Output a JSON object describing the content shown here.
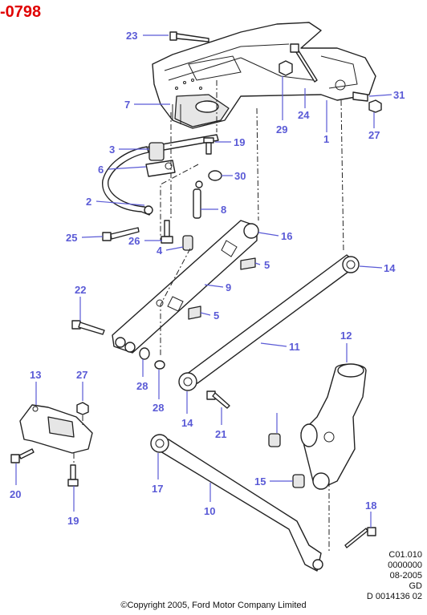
{
  "header": {
    "doc_code": "-0798"
  },
  "callouts": [
    "23",
    "24",
    "29",
    "31",
    "27",
    "1",
    "7",
    "3",
    "19",
    "6",
    "30",
    "2",
    "8",
    "16",
    "25",
    "26",
    "4",
    "5",
    "9",
    "22",
    "5",
    "11",
    "14",
    "12",
    "28",
    "28",
    "13",
    "27",
    "14",
    "21",
    "17",
    "15",
    "10",
    "20",
    "19",
    "18"
  ],
  "reference": {
    "lines": [
      "C01.010",
      "0000000",
      "08-2005",
      "GD",
      "D 0014136 02"
    ]
  },
  "footer": {
    "copyright": "©Copyright 2005, Ford Motor Company Limited"
  },
  "colors": {
    "doc_code": "#e00000",
    "callout": "#5a5ad6",
    "line_art": "#222222"
  }
}
